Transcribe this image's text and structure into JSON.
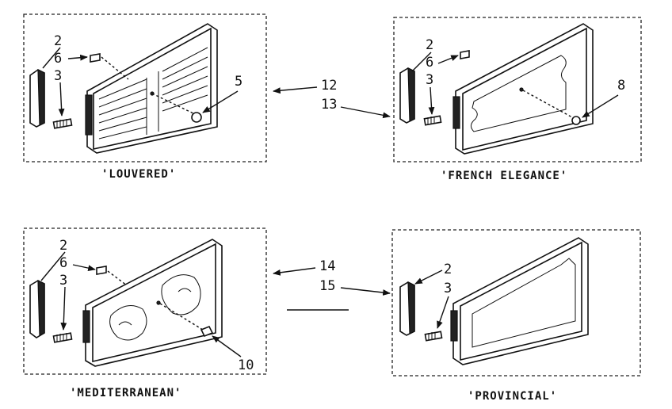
{
  "panels": [
    {
      "caption": "'LOUVERED'",
      "labels": [
        "2",
        "6",
        "3",
        "5"
      ]
    },
    {
      "caption": "'FRENCH  ELEGANCE'",
      "labels": [
        "2",
        "6",
        "3",
        "8"
      ]
    },
    {
      "caption": "'MEDITERRANEAN'",
      "labels": [
        "2",
        "6",
        "3",
        "10"
      ]
    },
    {
      "caption": "'PROVINCIAL'",
      "labels": [
        "2",
        "3"
      ]
    }
  ],
  "callouts": {
    "top_a": "12",
    "top_b": "13",
    "bottom_a": "14",
    "bottom_b": "15"
  }
}
